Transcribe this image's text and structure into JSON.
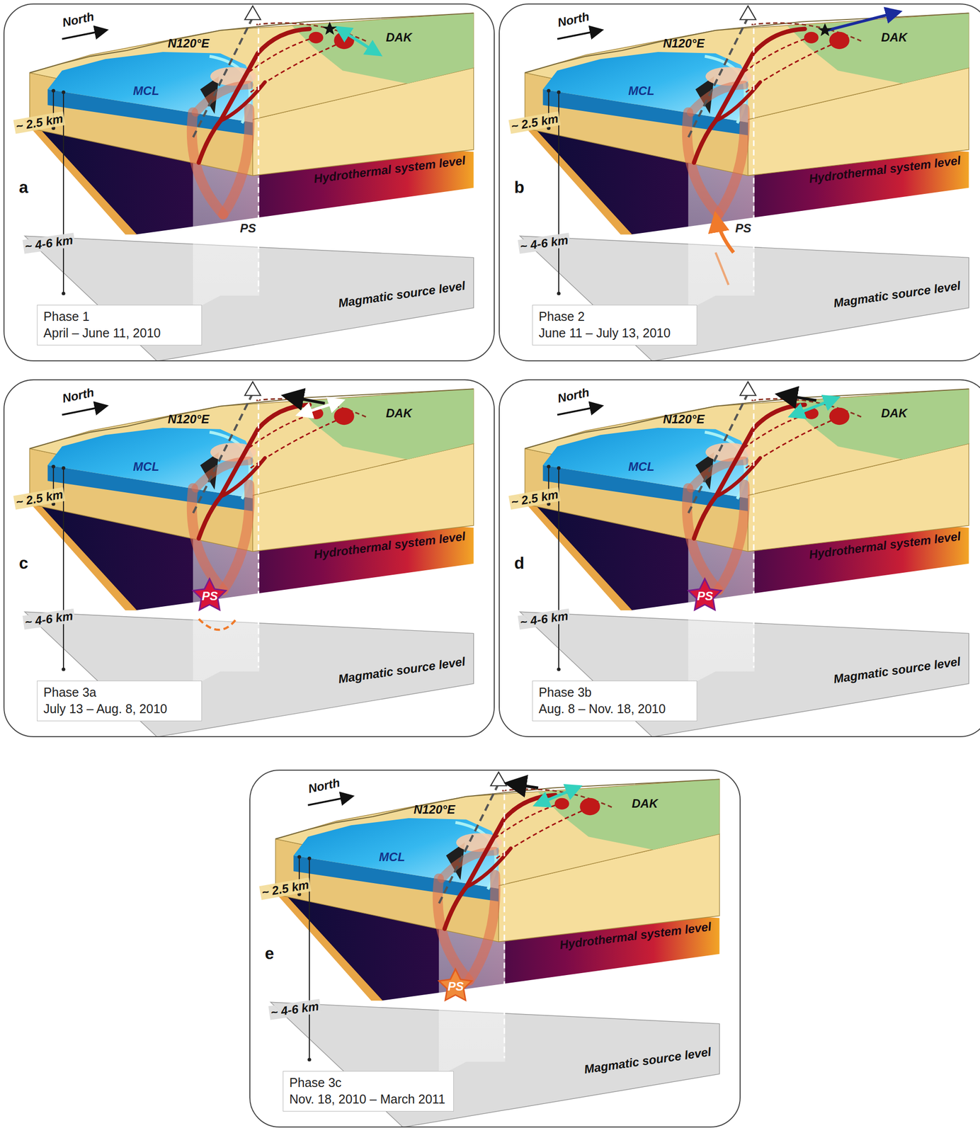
{
  "diagram": {
    "nodes": [
      {
        "text": [
          "a"
        ]
      },
      {
        "text": [
          "Phase 1",
          "April – June 11, 2010"
        ],
        "in": 0
      },
      {
        "text": [
          "b"
        ]
      },
      {
        "text": [
          "Phase 2",
          "June 11 – July 13, 2010"
        ],
        "in": 2
      },
      {
        "text": [
          "c"
        ]
      },
      {
        "text": [
          "Phase 3a",
          "July 13 – Aug. 8, 2010"
        ],
        "in": 4
      },
      {
        "text": [
          "d"
        ]
      },
      {
        "text": [
          "Phase 3b",
          "Aug. 8 – Nov. 18, 2010"
        ],
        "in": 6
      },
      {
        "text": [
          "e"
        ]
      },
      {
        "text": [
          "Phase 3c",
          "Nov. 18, 2010 – March 2011"
        ],
        "in": 8
      }
    ],
    "labels": [
      "North",
      "N120°E",
      "DAK",
      "MCL",
      "~ 2.5 km",
      "~ 4-6 km",
      "Hydrothermal system level",
      "PS",
      "Magmatic source level",
      "North",
      "N120°E",
      "DAK",
      "MCL",
      "~ 2.5 km",
      "~ 4-6 km",
      "Hydrothermal system level",
      "PS",
      "Magmatic source level",
      "North",
      "N120°E",
      "DAK",
      "MCL",
      "~ 2.5 km",
      "~ 4-6 km",
      "Hydrothermal system level",
      "PS",
      "Magmatic source level",
      "North",
      "N120°E",
      "DAK",
      "MCL",
      "~ 2.5 km",
      "~ 4-6 km",
      "Hydrothermal system level",
      "PS",
      "Magmatic source level",
      "North",
      "N120°E",
      "DAK",
      "MCL",
      "~ 2.5 km",
      "~ 4-6 km",
      "Hydrothermal system level",
      "PS",
      "Magmatic source level"
    ]
  }
}
